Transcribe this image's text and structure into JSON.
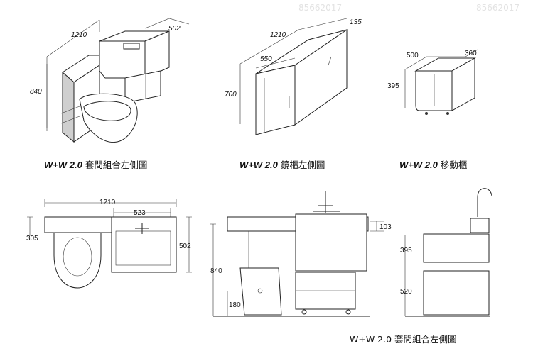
{
  "watermark": {
    "line1": "85662017",
    "line2": "85662017"
  },
  "figures": {
    "combo_side_view": {
      "caption_prefix": "W+W 2.0",
      "caption_text": "套間組合左側圖",
      "dims": {
        "width": "1210",
        "depth": "502",
        "height": "840"
      }
    },
    "mirror_cabinet": {
      "caption_prefix": "W+W 2.0",
      "caption_text": "鏡櫃左側圖",
      "dims": {
        "width": "1210",
        "depth": "135",
        "door": "550",
        "height": "700"
      }
    },
    "mobile_cabinet": {
      "caption_prefix": "W+W 2.0",
      "caption_text": "移動櫃",
      "dims": {
        "width": "500",
        "depth": "360",
        "height": "395"
      }
    },
    "top_view": {
      "dims": {
        "total": "1210",
        "basin": "523",
        "left_depth": "305",
        "right_depth": "502"
      }
    },
    "front_view": {
      "dims": {
        "top_gap": "103",
        "height": "840",
        "seat": "180"
      }
    },
    "side_view": {
      "caption": "W+W 2.0 套間組合左側圖",
      "dims": {
        "upper": "395",
        "lower": "520"
      }
    }
  }
}
